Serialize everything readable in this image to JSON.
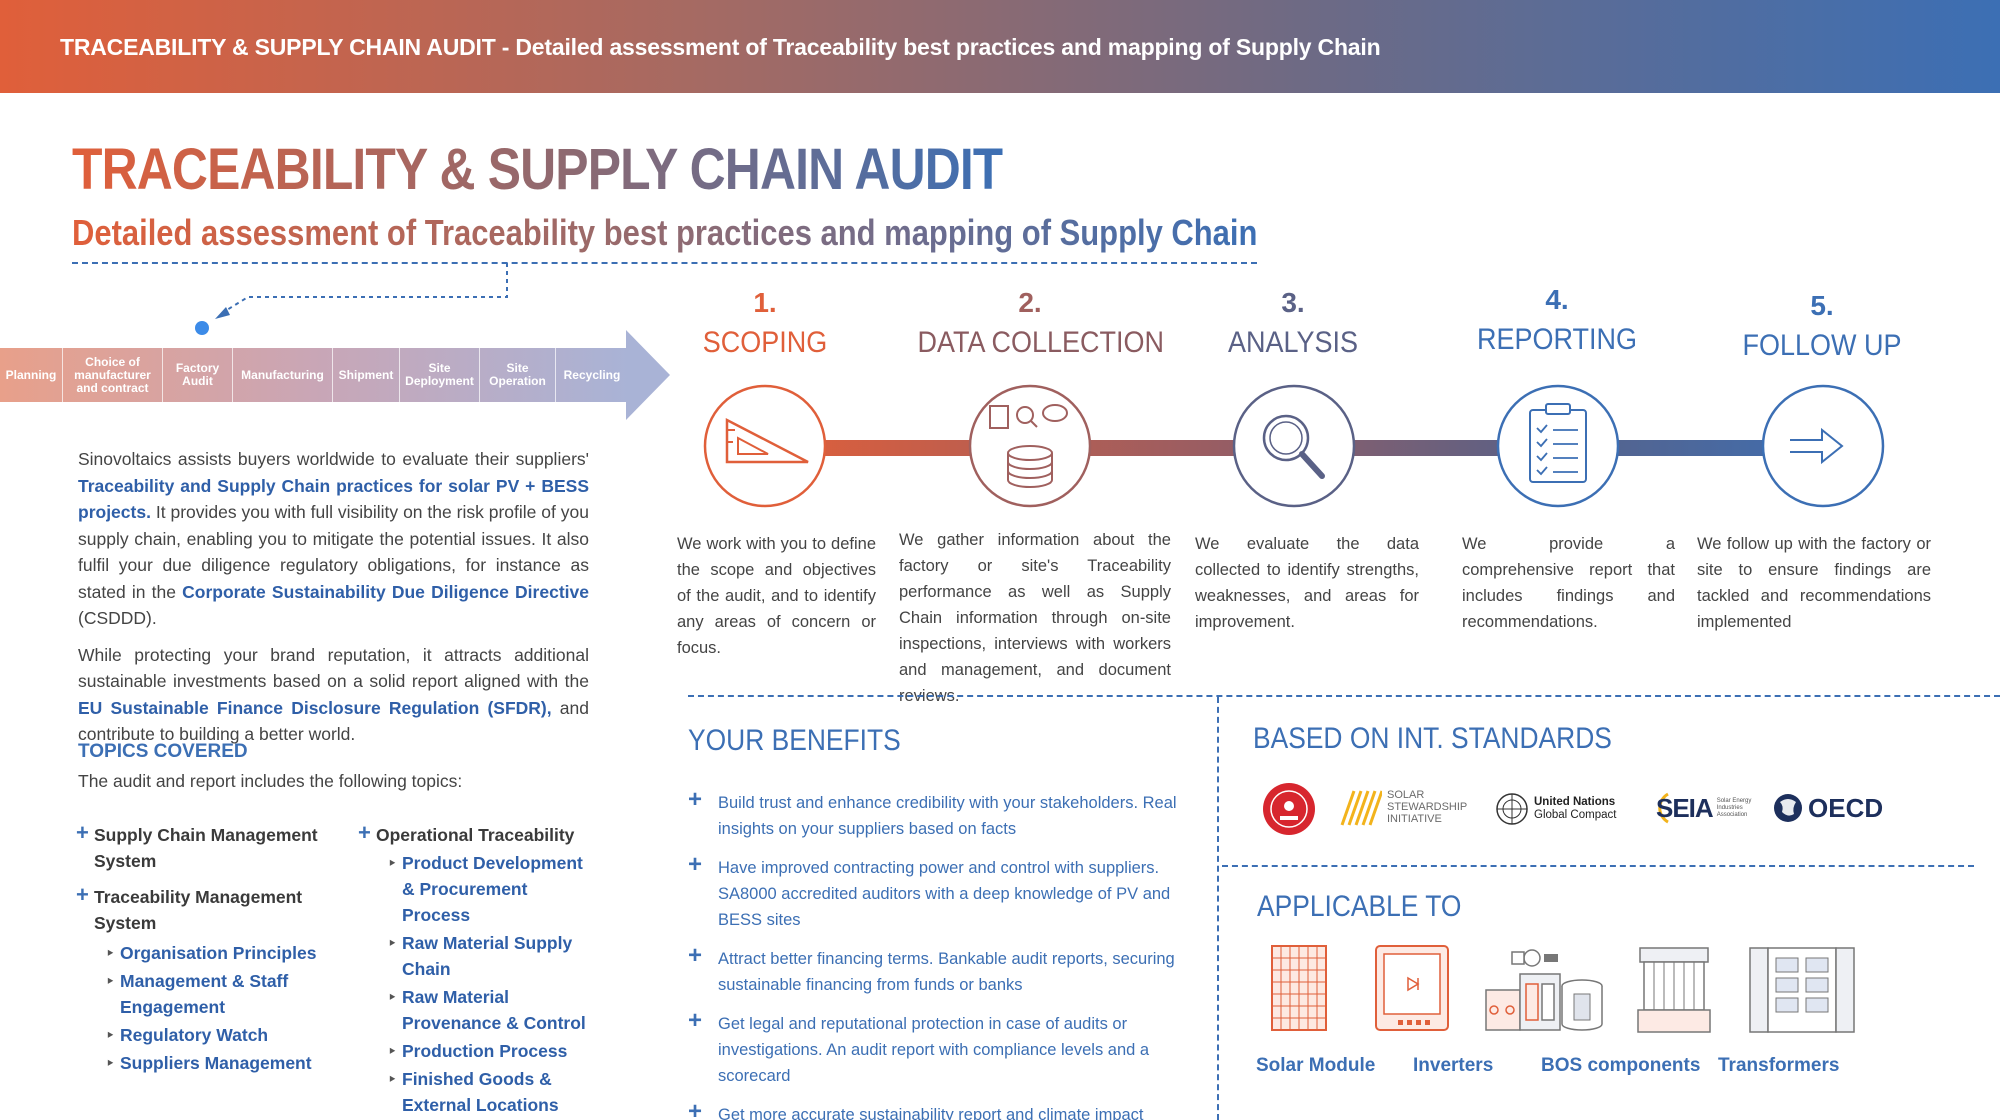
{
  "header": {
    "banner": "TRACEABILITY & SUPPLY CHAIN AUDIT - Detailed assessment of Traceability best practices and mapping of Supply Chain"
  },
  "title": "TRACEABILITY & SUPPLY CHAIN AUDIT",
  "subtitle": "Detailed assessment of Traceability best practices and mapping of Supply Chain",
  "phases": [
    "Planning",
    "Choice of manufacturer and contract",
    "Factory Audit",
    "Manufacturing",
    "Shipment",
    "Site Deployment",
    "Site Operation",
    "Recycling"
  ],
  "intro": {
    "p1_a": "Sinovoltaics assists buyers worldwide to evaluate their suppliers'",
    "p1_b": "Traceability and Supply Chain practices for solar PV + BESS projects.",
    "p1_c": "It provides you with full visibility on the risk profile of you supply chain, enabling you to mitigate the potential issues. It also fulfil your due diligence regulatory obligations, for instance as stated in the",
    "p1_d": "Corporate Sustainability Due Diligence Directive",
    "p1_e": "(CSDDD).",
    "p2_a": "While protecting your brand reputation, it attracts additional sustainable investments based on a solid report aligned with the",
    "p2_b": "EU Sustainable Finance Disclosure Regulation (SFDR),",
    "p2_c": "and contribute to building a better world."
  },
  "topics": {
    "heading": "TOPICS COVERED",
    "intro": "The audit and report includes the following topics:",
    "col1": {
      "main1": "Supply Chain Management System",
      "main2": "Traceability Management System",
      "subs": [
        "Organisation Principles",
        "Management & Staff Engagement",
        "Regulatory Watch",
        "Suppliers Management"
      ]
    },
    "col2": {
      "main1": "Operational Traceability",
      "subs": [
        "Product Development & Procurement Process",
        "Raw Material Supply Chain",
        "Raw Material Provenance & Control",
        "Production Process",
        "Finished Goods & External Locations"
      ]
    }
  },
  "steps": [
    {
      "num": "1.",
      "name": "SCOPING",
      "color": "#e05f3a",
      "desc": "We work with you to define the scope and objectives of the audit, and to identify any areas of concern or focus."
    },
    {
      "num": "2.",
      "name": "DATA COLLECTION",
      "color": "#a0605e",
      "desc": "We gather information about the factory or site's Traceability performance as well as Supply Chain information through on-site inspections, interviews with workers and management, and document reviews."
    },
    {
      "num": "3.",
      "name": "ANALYSIS",
      "color": "#5a6186",
      "desc": "We evaluate the data collected to identify strengths, weaknesses, and areas for improvement."
    },
    {
      "num": "4.",
      "name": "REPORTING",
      "color": "#3c6fb4",
      "desc": "We provide a comprehensive report that includes findings and recommendations."
    },
    {
      "num": "5.",
      "name": "FOLLOW UP",
      "color": "#3c6fb4",
      "desc": "We follow up with the factory or site to ensure findings are tackled and recommendations implemented"
    }
  ],
  "benefits": {
    "heading": "YOUR BENEFITS",
    "items": [
      "Build trust and enhance credibility with your stakeholders. Real insights on your suppliers based on facts",
      "Have improved contracting power and control with suppliers. SA8000 accredited auditors with a deep knowledge of PV and BESS sites",
      "Attract better financing terms. Bankable audit reports, securing sustainable financing from funds or banks",
      "Get legal and reputational protection in case of audits or investigations. An audit report with compliance levels and a scorecard",
      "Get more accurate sustainability report and climate impact claims"
    ]
  },
  "standards": {
    "heading": "BASED ON INT. STANDARDS",
    "ssi": [
      "SOLAR",
      "STEWARDSHIP",
      "INITIATIVE"
    ],
    "ungc": [
      "United Nations",
      "Global Compact"
    ],
    "seia": "SEIA",
    "seia_small": [
      "Solar Energy",
      "Industries",
      "Association"
    ],
    "oecd": "OECD"
  },
  "applicable": {
    "heading": "APPLICABLE TO",
    "items": [
      "Solar Module",
      "Inverters",
      "BOS components",
      "Transformers"
    ]
  },
  "colors": {
    "orange": "#e05f3a",
    "blue": "#3c6fb4",
    "mauve": "#a0605e",
    "slate": "#5a6186"
  }
}
